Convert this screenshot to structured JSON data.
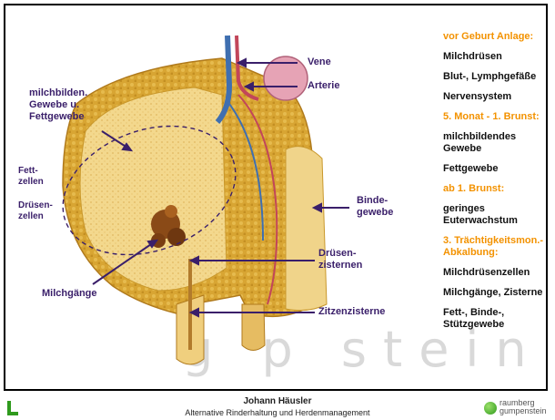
{
  "diagram": {
    "labels": {
      "vene": "Vene",
      "arterie": "Arterie",
      "milchbildend": "milchbilden.\nGewebe u.\nFettgewebe",
      "fettzellen": "Fett-\nzellen",
      "druesenzellen": "Drüsen-\nzellen",
      "bindegewebe": "Binde-\ngewebe",
      "druesenzisternen": "Drüsen-\nzisternen",
      "milchgaenge": "Milchgänge",
      "zitzenzisterne": "Zitzenzisterne"
    }
  },
  "sidebar": {
    "items": [
      {
        "text": "vor Geburt Anlage:",
        "highlight": true
      },
      {
        "text": "Milchdrüsen",
        "highlight": false
      },
      {
        "text": "Blut-, Lymphgefäße",
        "highlight": false
      },
      {
        "text": "Nervensystem",
        "highlight": false
      },
      {
        "text": "5. Monat - 1. Brunst:",
        "highlight": true
      },
      {
        "text": "milchbildendes Gewebe",
        "highlight": false
      },
      {
        "text": "Fettgewebe",
        "highlight": false
      },
      {
        "text": "ab 1. Brunst:",
        "highlight": true
      },
      {
        "text": "geringes Euterwachstum",
        "highlight": false
      },
      {
        "text": "3. Trächtigkeitsmon.- Abkalbung:",
        "highlight": true
      },
      {
        "text": "Milchdrüsenzellen",
        "highlight": false
      },
      {
        "text": "Milchgänge, Zisterne",
        "highlight": false
      },
      {
        "text": "Fett-, Binde-, Stützgewebe",
        "highlight": false
      }
    ]
  },
  "watermark": "g   p   stein",
  "footer": {
    "author": "Johann Häusler",
    "subtitle": "Alternative Rinderhaltung und Herdenmanagement",
    "logo_text": "raumberg\ngumpenstein"
  },
  "colors": {
    "highlight": "#f39200",
    "label": "#3a1f6a",
    "logo_green": "#2f9a1d"
  }
}
